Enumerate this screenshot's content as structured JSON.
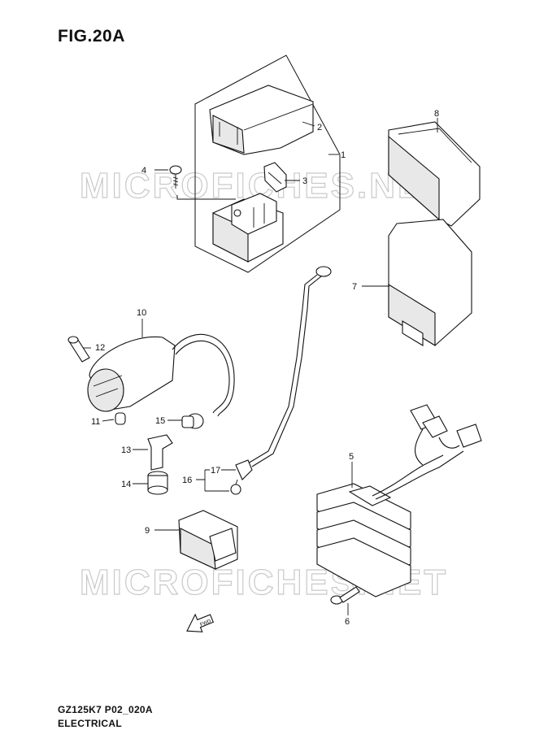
{
  "figure": {
    "title": "FIG.20A"
  },
  "footer": {
    "model_code": "GZ125K7 P02_020A",
    "section_name": "ELECTRICAL"
  },
  "watermarks": [
    "MICROFICHES.NET",
    "MICROFICHES.NET"
  ],
  "callouts": {
    "p1": "1",
    "p2": "2",
    "p3": "3",
    "p4": "4",
    "p5": "5",
    "p6": "6",
    "p7": "7",
    "p8": "8",
    "p9": "9",
    "p10": "10",
    "p11": "11",
    "p12": "12",
    "p13": "13",
    "p14": "14",
    "p15": "15",
    "p16": "16",
    "p17": "17"
  },
  "direction_arrow": {
    "label": "FWD"
  }
}
